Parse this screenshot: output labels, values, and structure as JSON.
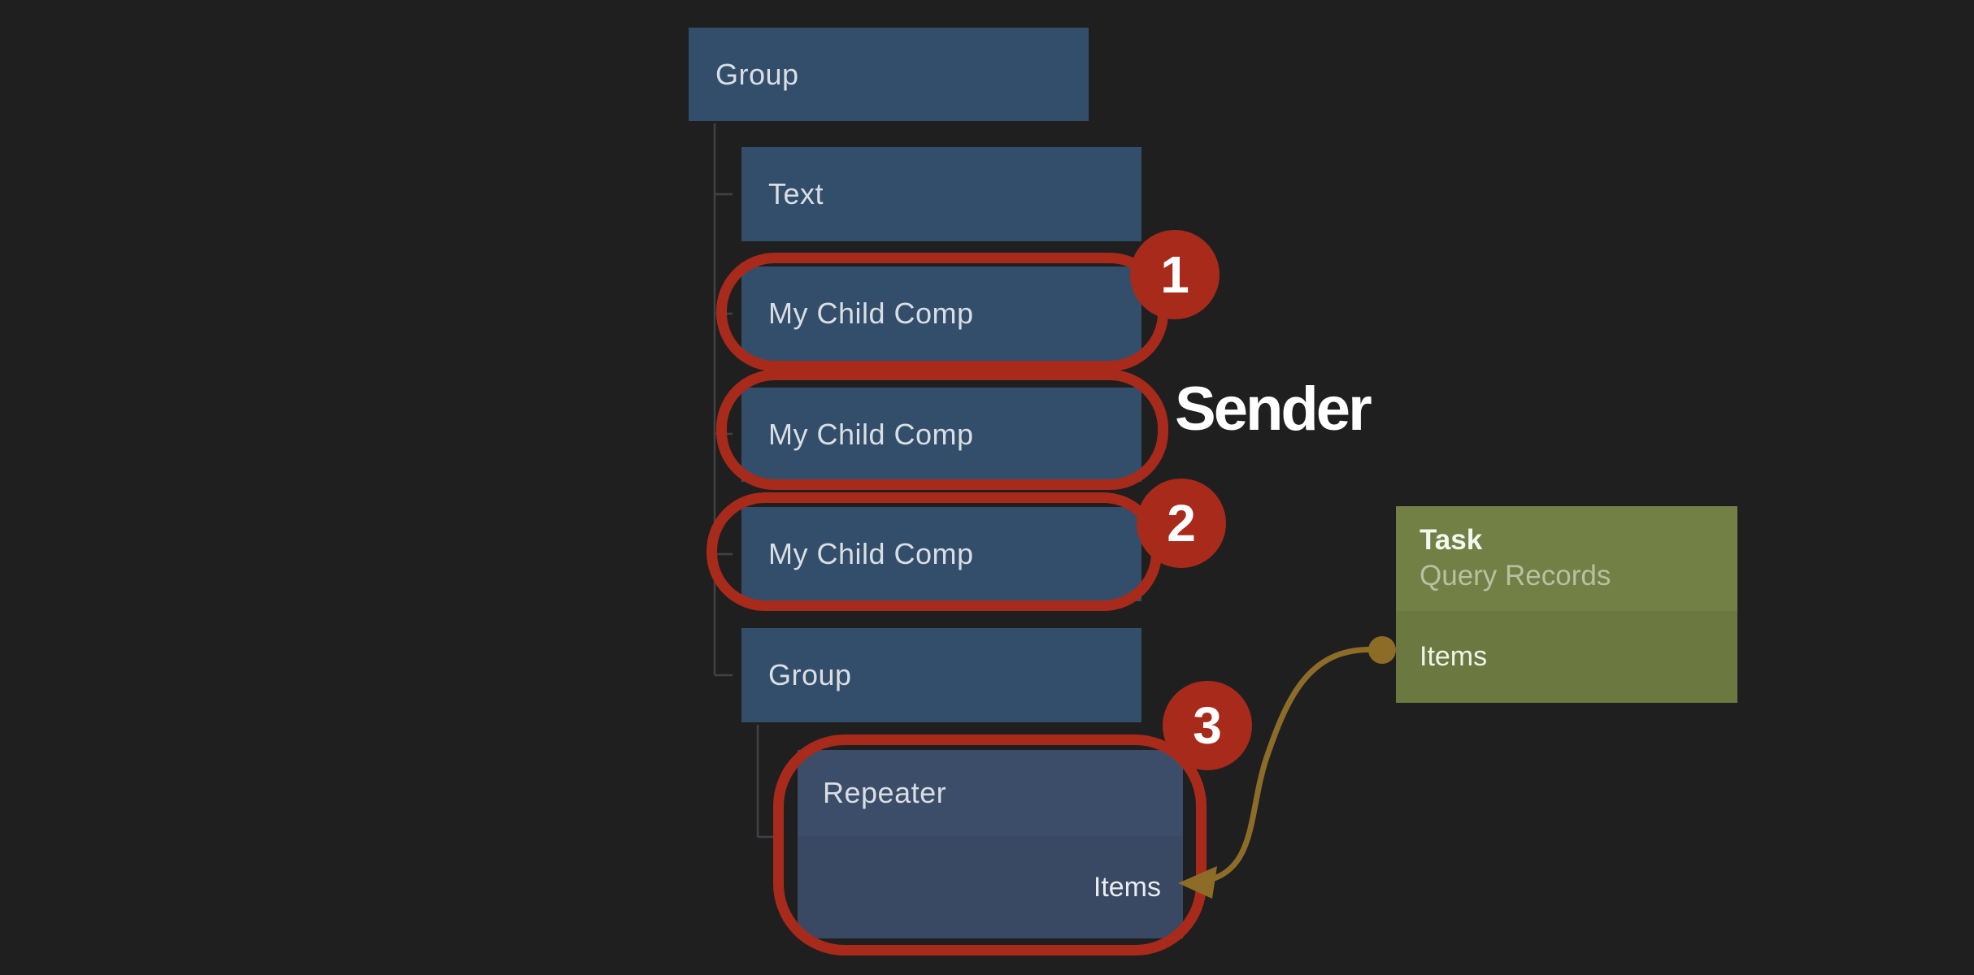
{
  "colors": {
    "background": "#1f1f20",
    "node_blue": "#334e6a",
    "repeater_header_blue": "#3c4d69",
    "repeater_body_blue": "#394963",
    "annotation_red": "#a82a1b",
    "task_header_green": "#728045",
    "task_body_green": "#6b7940",
    "connector_olive": "#8d6c28",
    "tree_line_gray": "#404244"
  },
  "tree": {
    "root": {
      "label": "Group"
    },
    "children": [
      {
        "label": "Text"
      },
      {
        "label": "My Child Comp"
      },
      {
        "label": "My Child Comp"
      },
      {
        "label": "My Child Comp"
      },
      {
        "label": "Group"
      }
    ],
    "repeater": {
      "label": "Repeater",
      "port_label": "Items"
    }
  },
  "annotations": {
    "badges": [
      {
        "number": "1"
      },
      {
        "number": "2"
      },
      {
        "number": "3"
      }
    ],
    "sender_label": "Sender"
  },
  "task_card": {
    "title": "Task",
    "subtitle": "Query Records",
    "port_label": "Items"
  }
}
